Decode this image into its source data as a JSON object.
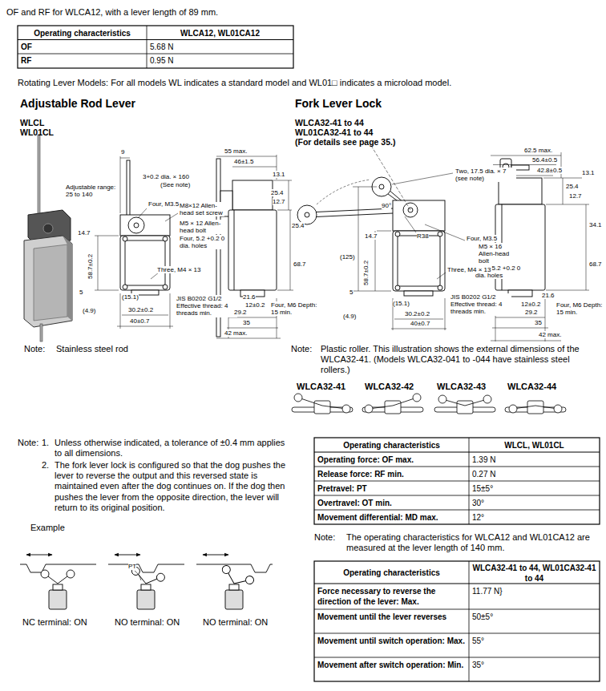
{
  "diagram": {
    "labels": [
      "OF and RF for WLCA12, with a lever length of 89 mm.",
      "Operating characteristics",
      "WLCA12, WL01CA12",
      "OF",
      "5.68 N",
      "RF",
      "0.95 N",
      "Rotating Lever Models: For all models WL indicates a standard model and WL01□ indicates a microload model.",
      "Adjustable Rod Lever",
      "WLCL",
      "WL01CL",
      "Fork Lever Lock",
      "WLCA32-41 to 44",
      "WL01CA32-41 to 44",
      "(For details see page 35.)",
      "9",
      "3+0.2 dia. × 160",
      "(See note)",
      "Adjustable range: 25 to 140",
      "Four, M3.5",
      "M8×12 Allen-head set screw",
      "M5 × 12 Allen-head bolt",
      "Four, 5.2 +0.2 0 dia. holes",
      "14.7",
      "58.7±0.2",
      "Three, M4 × 13",
      "5",
      "(15.1)",
      "(4.9)",
      "30.2±0.2",
      "40±0.7",
      "JIS B0202 G1/2 Effective thread: 4 threads min.",
      "55 max.",
      "46±1.5",
      "13.1",
      "25.4",
      "12.7",
      "25.4",
      "68.7",
      "21.6",
      "12±0.2",
      "Four, M6 Depth: 15 min.",
      "29.2",
      "35",
      "42 max.",
      "Note:",
      "Stainless steel rod",
      "Two, 17.5 dia. × 7 (see note)",
      "90°",
      "R38",
      "Four, M3.5",
      "M5 × 16 Allen-head bolt",
      "Four, 5.2 +0.2 0 dia. holes",
      "14.7",
      "(125)",
      "58.7±0.2",
      "Three, M4 × 13",
      "5",
      "(15.1)",
      "(4.9)",
      "30.2±0.2",
      "40±0.7",
      "JIS B0202 G1/2 Effective thread: 4 threads min.",
      "62.5 max.",
      "56.4±0.5",
      "42.8±0.5",
      "13.1",
      "25.4",
      "12.7",
      "34.1",
      "68.7",
      "21.6",
      "12±0.2",
      "Four, M6 Depth: 15 min.",
      "29.2",
      "35",
      "42 max.",
      "Note:",
      "Plastic roller. This illustration shows the external dimensions of the WLCA32-41. (Models WLCA32-041 to -044 have stainless steel rollers.)",
      "WLCA32-41",
      "WLCA32-42",
      "WLCA32-43",
      "WLCA32-44",
      "Note:",
      "1.",
      "Unless otherwise indicated, a tolerance of ±0.4 mm applies to all dimensions.",
      "2.",
      "The fork lever lock is configured so that the dog pushes the lever to reverse the output and this reversed state is maintained even after the dog continues on. If the dog then pushes the lever from the opposite direction, the lever will return to its original position.",
      "Example",
      "PT",
      "NC terminal: ON",
      "NO terminal: ON",
      "NO terminal: ON",
      "Operating characteristics",
      "WLCL, WL01CL",
      "Operating force: OF max.",
      "1.39 N",
      "Release force: RF min.",
      "0.27 N",
      "Pretravel: PT",
      "15±5°",
      "Overtravel: OT min.",
      "30°",
      "Movement differential: MD max.",
      "12°",
      "Note:",
      "The operating characteristics for WLCA12 and WL01CA12 are measured at the lever length of 140 mm.",
      "Operating characteristics",
      "WLCA32-41 to 44, WL01CA32-41 to 44",
      "Force necessary to reverse the direction of the lever: Max.",
      "11.77 N}",
      "Movement until the lever reverses",
      "50±5°",
      "Movement until switch operation: Max.",
      "55°",
      "Movement after switch operation: Min.",
      "35°"
    ]
  }
}
